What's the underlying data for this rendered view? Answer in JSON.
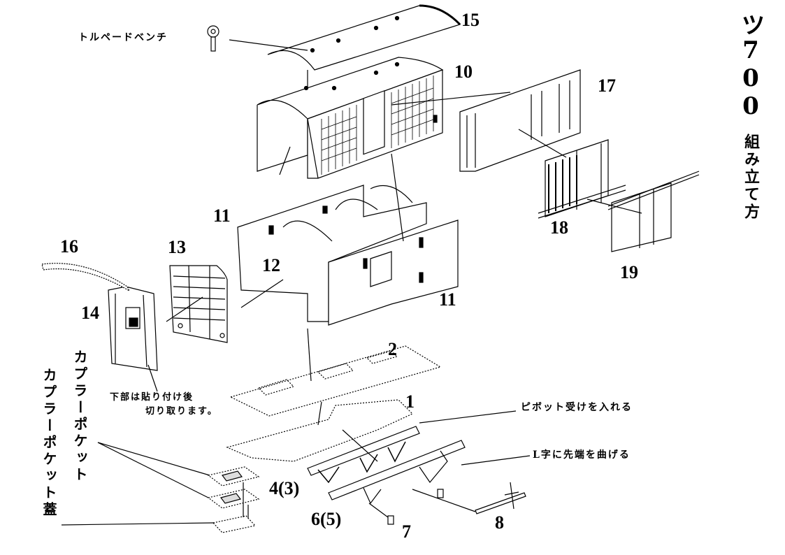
{
  "title": {
    "model": "ツ700",
    "subtitle": "組み立て方"
  },
  "part_numbers": [
    "1",
    "2",
    "4(3)",
    "6(5)",
    "7",
    "8",
    "10",
    "11",
    "11",
    "12",
    "13",
    "14",
    "15",
    "16",
    "17",
    "18",
    "19"
  ],
  "notes": {
    "torpedo_vent": "トルペードベンチ",
    "cut_after_attach_1": "下部は貼り付け後",
    "cut_after_attach_2": "切り取ります。",
    "pivot": "ピボット受けを入れる",
    "bend_tip": "L字に先端を曲げる",
    "coupler_pocket_a": "カプラーポケット",
    "coupler_pocket_b": "カプラーポケット",
    "coupler_pocket_lid": "カプラーポケット蓋"
  },
  "colors": {
    "ink": "#000000",
    "paper": "#ffffff"
  }
}
